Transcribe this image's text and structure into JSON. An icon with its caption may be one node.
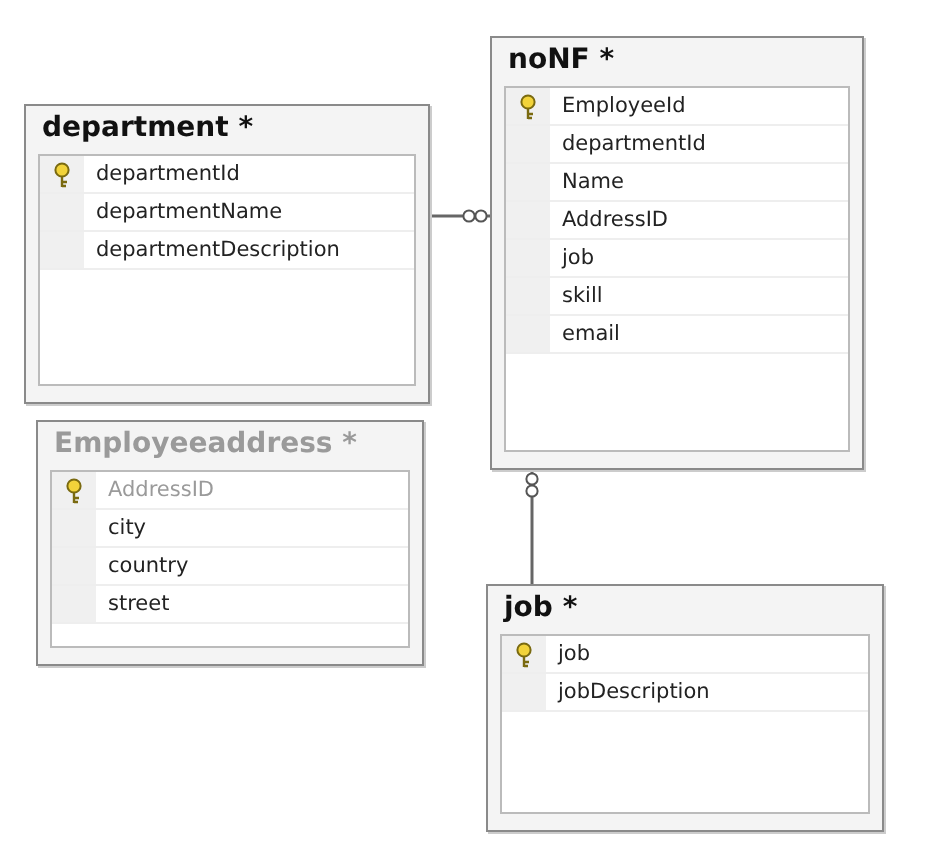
{
  "diagram": {
    "nodes": [
      {
        "text": [
          "department *"
        ]
      },
      {
        "text": [
          "departmentId"
        ],
        "in": 0
      },
      {
        "text": [
          "departmentName"
        ],
        "in": 0
      },
      {
        "text": [
          "departmentDescription"
        ],
        "in": 0
      },
      {
        "text": [
          "noNF *"
        ]
      },
      {
        "text": [
          "EmployeeId"
        ],
        "in": 4
      },
      {
        "text": [
          "departmentId"
        ],
        "in": 4
      },
      {
        "text": [
          "Name"
        ],
        "in": 4
      },
      {
        "text": [
          "AddressID"
        ],
        "in": 4
      },
      {
        "text": [
          "job"
        ],
        "in": 4
      },
      {
        "text": [
          "skill"
        ],
        "in": 4
      },
      {
        "text": [
          "email"
        ],
        "in": 4
      },
      {
        "text": [
          "Employeeaddress *"
        ]
      },
      {
        "text": [
          "AddressID"
        ],
        "in": 12
      },
      {
        "text": [
          "city"
        ],
        "in": 12
      },
      {
        "text": [
          "country"
        ],
        "in": 12
      },
      {
        "text": [
          "street"
        ],
        "in": 12
      },
      {
        "text": [
          "job *"
        ]
      },
      {
        "text": [
          "job"
        ],
        "in": 17
      },
      {
        "text": [
          "jobDescription"
        ],
        "in": 17
      }
    ],
    "edges": [
      {
        "from": 0,
        "to": 4,
        "arrow": "other"
      },
      {
        "from": 17,
        "to": 4,
        "arrow": "other"
      }
    ]
  }
}
